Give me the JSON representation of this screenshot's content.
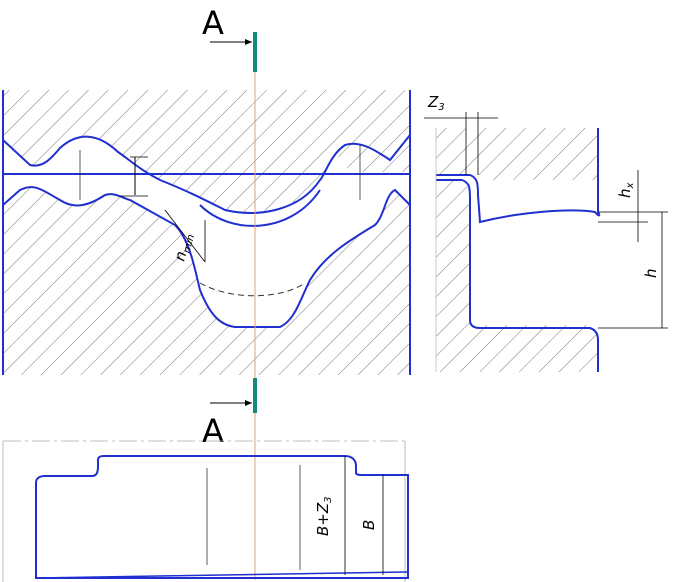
{
  "labels": {
    "section_top": "A",
    "section_bottom": "A",
    "z3": "Z",
    "z3_sub": "3",
    "hx": "h",
    "hx_sub": "x",
    "h": "h",
    "nmin": "n",
    "nmin_sub": "min",
    "bz3_main": "B+Z",
    "bz3_sub": "3",
    "b": "B"
  },
  "colors": {
    "contour": "#1f2fd0",
    "hatch": "#555555",
    "axis": "#e0a070",
    "marker": "#128a7c",
    "dim": "#000000"
  }
}
